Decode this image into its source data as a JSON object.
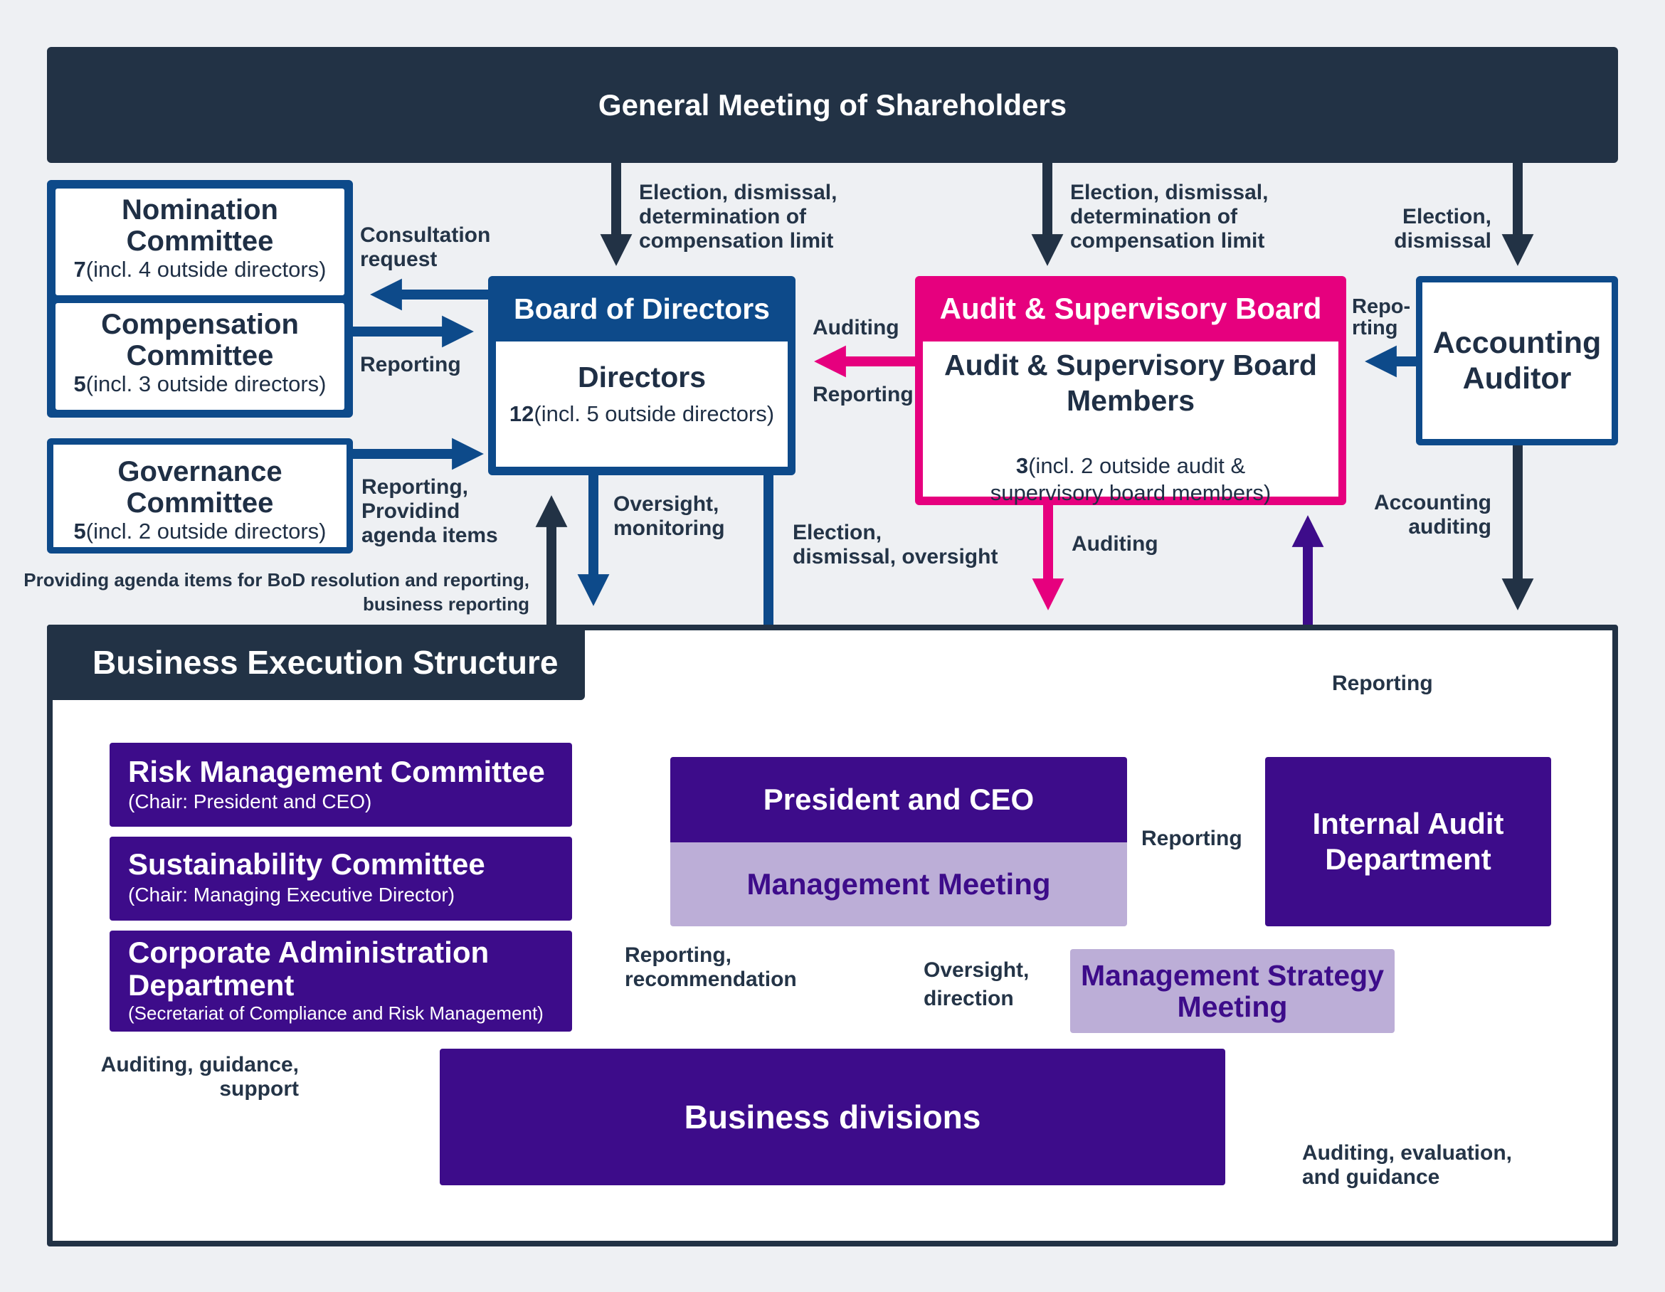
{
  "colors": {
    "background": "#eef0f3",
    "dark_navy": "#223245",
    "blue": "#0d4a8a",
    "magenta": "#e6007e",
    "purple": "#3d0c8a",
    "lavender": "#bcaed7"
  },
  "top": {
    "title": "General Meeting of Shareholders"
  },
  "committees": [
    {
      "title": "Nomination\nCommittee",
      "count": "7",
      "detail": "(incl. 4 outside directors)"
    },
    {
      "title": "Compensation\nCommittee",
      "count": "5",
      "detail": "(incl. 3 outside directors)"
    },
    {
      "title": "Governance\nCommittee",
      "count": "5",
      "detail": "(incl. 2 outside directors)"
    }
  ],
  "board": {
    "header": "Board of Directors",
    "title": "Directors",
    "count": "12",
    "detail": "(incl. 5 outside directors)"
  },
  "audit_board": {
    "header": "Audit & Supervisory Board",
    "title": "Audit & Supervisory Board\nMembers",
    "count": "3",
    "detail": "(incl. 2 outside audit &\nsupervisory board members)"
  },
  "accounting_auditor": {
    "title": "Accounting\nAuditor"
  },
  "labels": {
    "election_bod": "Election, dismissal,\ndetermination of\ncompensation limit",
    "election_asb": "Election, dismissal,\ndetermination of\ncompensation limit",
    "election_aa": "Election,\ndismissal",
    "consultation": "Consultation\nrequest",
    "reporting_comp": "Reporting",
    "reporting_gov": "Reporting,\nProvidind\nagenda items",
    "auditing_top": "Auditing",
    "reporting_mid": "Reporting",
    "reporting_aa": "Repo-\nrting",
    "oversight_monitoring": "Oversight,\nmonitoring",
    "election_oversight": "Election,\ndismissal, oversight",
    "auditing_down": "Auditing",
    "accounting_auditing": "Accounting\nauditing",
    "providing_agenda": "Providing agenda items for BoD resolution and reporting,\nbusiness reporting",
    "reporting_ia_up": "Reporting",
    "reporting_ia_left": "Reporting",
    "reporting_recommendation": "Reporting,\nrecommendation",
    "oversight_direction": "Oversight,\ndirection",
    "auditing_guidance_support": "Auditing, guidance,\nsupport",
    "auditing_evaluation": "Auditing, evaluation,\nand guidance"
  },
  "execution": {
    "title": "Business Execution Structure",
    "risk": {
      "title": "Risk Management Committee",
      "sub": "(Chair: President and CEO)"
    },
    "sustainability": {
      "title": "Sustainability Committee",
      "sub": "(Chair: Managing Executive Director)"
    },
    "corporate": {
      "title": "Corporate Administration\nDepartment",
      "sub": "(Secretariat of Compliance and Risk Management)"
    },
    "president": "President and CEO",
    "management_meeting": "Management Meeting",
    "strategy_meeting": "Management Strategy\nMeeting",
    "internal_audit": "Internal Audit\nDepartment",
    "business_divisions": "Business divisions"
  }
}
